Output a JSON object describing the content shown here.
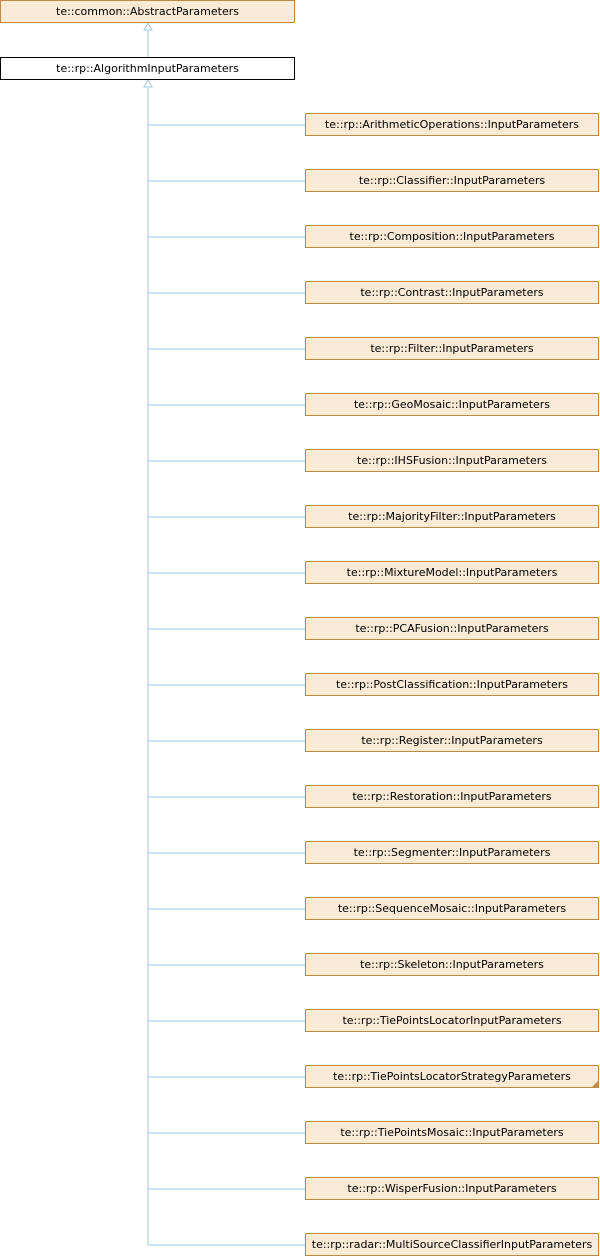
{
  "base_class": {
    "label": "te::common::AbstractParameters"
  },
  "current_class": {
    "label": "te::rp::AlgorithmInputParameters"
  },
  "edge_color": "#9ecae1",
  "node_fill": "#fbebd6",
  "node_border": "#c08a46",
  "derived_classes": [
    {
      "label": "te::rp::ArithmeticOperations::InputParameters"
    },
    {
      "label": "te::rp::Classifier::InputParameters"
    },
    {
      "label": "te::rp::Composition::InputParameters"
    },
    {
      "label": "te::rp::Contrast::InputParameters"
    },
    {
      "label": "te::rp::Filter::InputParameters"
    },
    {
      "label": "te::rp::GeoMosaic::InputParameters"
    },
    {
      "label": "te::rp::IHSFusion::InputParameters"
    },
    {
      "label": "te::rp::MajorityFilter::InputParameters"
    },
    {
      "label": "te::rp::MixtureModel::InputParameters"
    },
    {
      "label": "te::rp::PCAFusion::InputParameters"
    },
    {
      "label": "te::rp::PostClassification::InputParameters"
    },
    {
      "label": "te::rp::Register::InputParameters"
    },
    {
      "label": "te::rp::Restoration::InputParameters"
    },
    {
      "label": "te::rp::Segmenter::InputParameters"
    },
    {
      "label": "te::rp::SequenceMosaic::InputParameters"
    },
    {
      "label": "te::rp::Skeleton::InputParameters"
    },
    {
      "label": "te::rp::TiePointsLocatorInputParameters"
    },
    {
      "label": "te::rp::TiePointsLocatorStrategyParameters",
      "has_more": true
    },
    {
      "label": "te::rp::TiePointsMosaic::InputParameters"
    },
    {
      "label": "te::rp::WisperFusion::InputParameters"
    },
    {
      "label": "te::rp::radar::MultiSourceClassifierInputParameters"
    }
  ]
}
